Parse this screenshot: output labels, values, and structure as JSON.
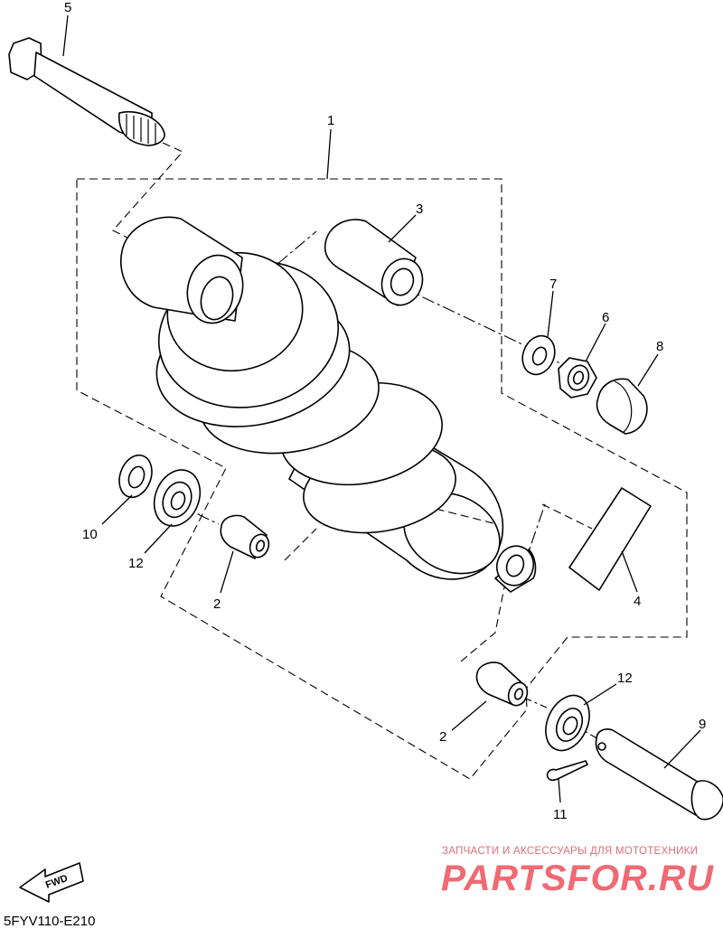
{
  "diagram": {
    "callouts": [
      {
        "id": "5",
        "label": "5"
      },
      {
        "id": "1",
        "label": "1"
      },
      {
        "id": "3",
        "label": "3"
      },
      {
        "id": "7",
        "label": "7"
      },
      {
        "id": "6",
        "label": "6"
      },
      {
        "id": "8",
        "label": "8"
      },
      {
        "id": "10",
        "label": "10"
      },
      {
        "id": "12a",
        "label": "12"
      },
      {
        "id": "2a",
        "label": "2"
      },
      {
        "id": "4",
        "label": "4"
      },
      {
        "id": "12b",
        "label": "12"
      },
      {
        "id": "2b",
        "label": "2"
      },
      {
        "id": "9",
        "label": "9"
      },
      {
        "id": "11",
        "label": "11"
      }
    ],
    "fwd_label": "FWD",
    "diagram_code": "5FYV110-E210"
  },
  "watermark": {
    "tagline": "ЗАПЧАСТИ И АКСЕССУАРЫ ДЛЯ МОТОТЕХНИКИ",
    "logo": "PARTSFOR.RU",
    "color": "#f06a74"
  }
}
